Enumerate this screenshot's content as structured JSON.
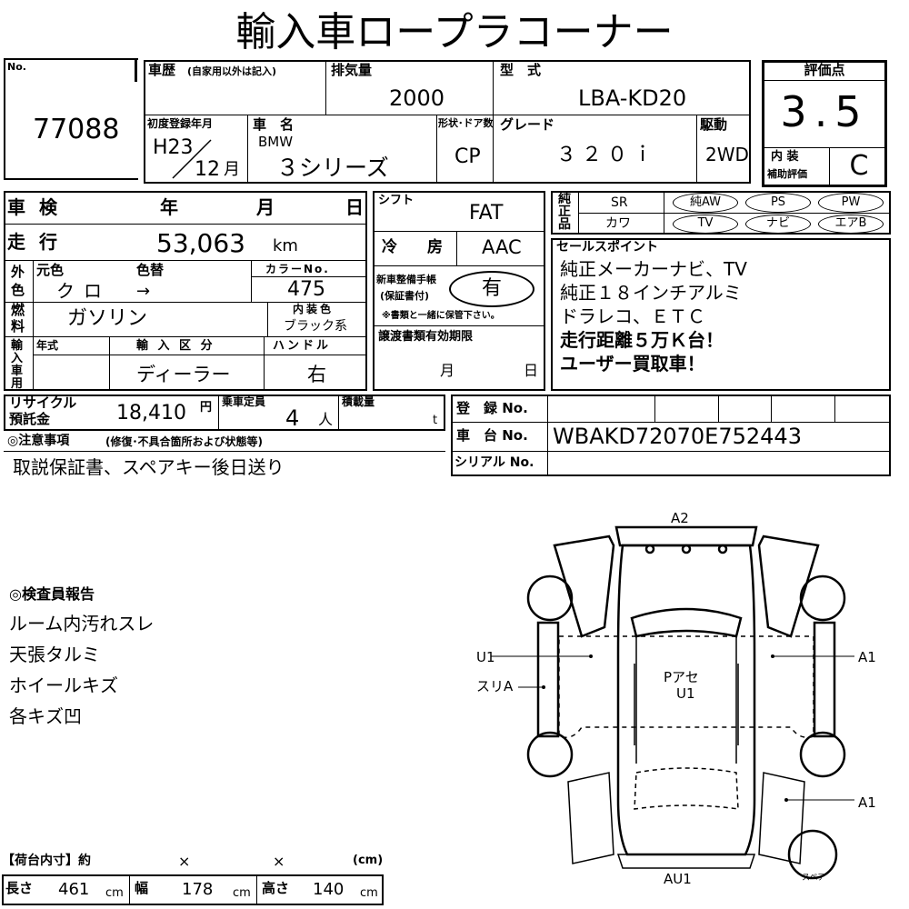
{
  "title": "輸入車ロープラコーナー",
  "no": {
    "label": "No.",
    "value": "77088"
  },
  "history": {
    "label": "車歴",
    "sub": "(自家用以外は記入)"
  },
  "displacement": {
    "label": "排気量",
    "value": "2000"
  },
  "model": {
    "label": "型　式",
    "value": "LBA-KD20"
  },
  "score": {
    "label": "評価点",
    "value": "3.5",
    "interior_label_1": "内 装",
    "interior_label_2": "補助評価",
    "interior_value": "C"
  },
  "first_reg": {
    "label": "初度登録年月",
    "year": "H23",
    "month": "12",
    "month_unit": "月"
  },
  "car_name": {
    "label": "車　名",
    "maker": "BMW",
    "value": "３シリーズ"
  },
  "body": {
    "label": "形状･ドア数",
    "value": "CP"
  },
  "grade": {
    "label": "グレード",
    "value": "３２０ｉ"
  },
  "drive": {
    "label": "駆動",
    "value": "2WD"
  },
  "inspection": {
    "label": "車 検",
    "year": "年",
    "month": "月",
    "day": "日"
  },
  "mileage": {
    "label": "走 行",
    "value": "53,063",
    "unit": "km"
  },
  "exterior": {
    "label_1": "外",
    "label_2": "色",
    "orig_label": "元色",
    "orig_value": "クロ",
    "repaint_label": "色替",
    "repaint_value": "→",
    "color_no_label": "カラーNo.",
    "color_no_value": "475"
  },
  "fuel": {
    "label_1": "燃",
    "label_2": "料",
    "value": "ガソリン",
    "interior_color_label": "内装色",
    "interior_color_value": "ブラック系"
  },
  "import": {
    "label": "輸入車用",
    "year_label": "年式",
    "class_label": "輸 入 区 分",
    "class_value": "ディーラー",
    "handle_label": "ハンドル",
    "handle_value": "右"
  },
  "shift": {
    "label": "シフト",
    "value": "FAT"
  },
  "aircon": {
    "label": "冷　房",
    "value": "AAC"
  },
  "manual": {
    "label_1": "新車整備手帳",
    "label_2": "(保証書付)",
    "value": "有",
    "note": "※書類と一緒に保管下さい。"
  },
  "transfer": {
    "label": "譲渡書類有効期限",
    "month": "月",
    "day": "日"
  },
  "options": {
    "label": "純正品",
    "row1": [
      "SR",
      "純AW",
      "PS",
      "PW"
    ],
    "row2": [
      "カワ",
      "TV",
      "ナビ",
      "エアB"
    ]
  },
  "sales_points": {
    "label": "セールスポイント",
    "lines": [
      "純正メーカーナビ、TV",
      "純正１８インチアルミ",
      "ドラレコ、ＥＴＣ",
      "走行距離５万Ｋ台！",
      "ユーザー買取車！"
    ]
  },
  "recycle": {
    "label_1": "リサイクル",
    "label_2": "預託金",
    "value": "18,410",
    "unit": "円"
  },
  "capacity": {
    "label": "乗車定員",
    "value": "4",
    "unit": "人"
  },
  "load": {
    "label": "積載量",
    "unit": "t"
  },
  "registration": {
    "reg_label": "登　録 No.",
    "chassis_label": "車　台 No.",
    "chassis_value": "WBAKD72070E752443",
    "serial_label": "シリアル No."
  },
  "notes": {
    "label": "◎注意事項",
    "sub": "(修復･不具合箇所および状態等)",
    "value": "取説保証書、スペアキー後日送り"
  },
  "inspector": {
    "label": "◎検査員報告",
    "lines": [
      "ルーム内汚れスレ",
      "天張タルミ",
      "ホイールキズ",
      "各キズ凹"
    ]
  },
  "diagram": {
    "labels": [
      "A2",
      "U1",
      "スリA",
      "Pアセ",
      "U1",
      "A1",
      "A1",
      "AU1"
    ],
    "spare": "スペア"
  },
  "cargo": {
    "label": "【荷台内寸】約",
    "x1": "×",
    "x2": "×",
    "unit_cm": "(cm)",
    "length_label": "長さ",
    "length_value": "461",
    "width_label": "幅",
    "width_value": "178",
    "height_label": "高さ",
    "height_value": "140",
    "cm": "cm"
  }
}
